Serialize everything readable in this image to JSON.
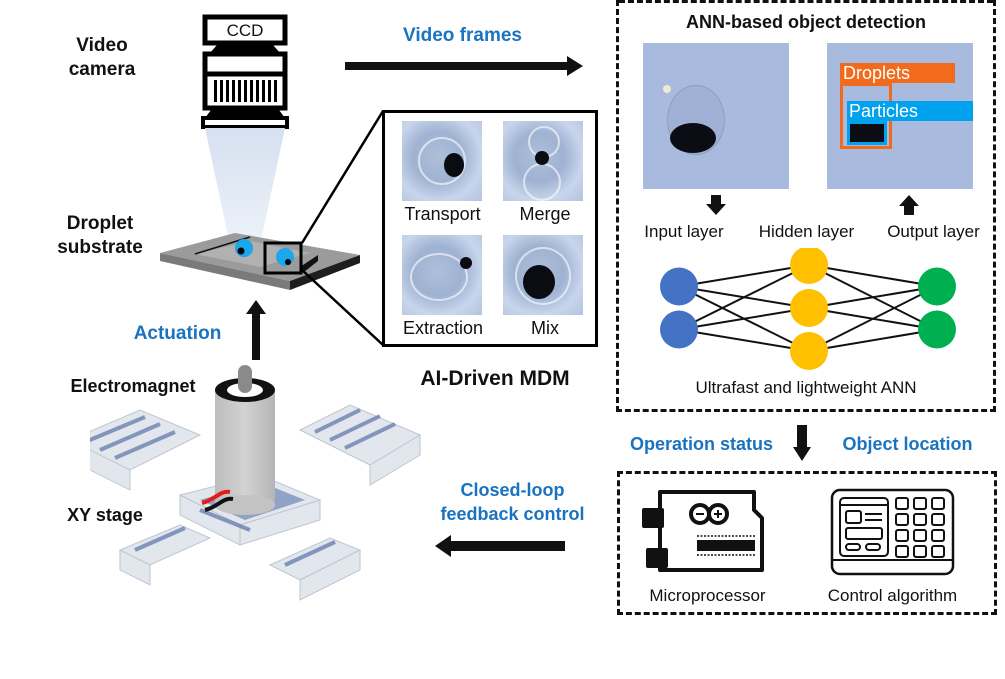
{
  "labels": {
    "video_camera": "Video\ncamera",
    "ccd": "CCD",
    "droplet_substrate": "Droplet\nsubstrate",
    "actuation": "Actuation",
    "electromagnet": "Electromagnet",
    "xy_stage": "XY stage",
    "video_frames": "Video frames",
    "ai_driven_mdm": "AI-Driven MDM",
    "closed_loop": "Closed-loop\nfeedback control",
    "operation_status": "Operation status",
    "object_location": "Object location"
  },
  "operations": [
    {
      "label": "Transport"
    },
    {
      "label": "Merge"
    },
    {
      "label": "Extraction"
    },
    {
      "label": "Mix"
    }
  ],
  "ann_panel": {
    "title": "ANN-based object detection",
    "input_layer": "Input layer",
    "hidden_layer": "Hidden layer",
    "output_layer": "Output layer",
    "caption": "Ultrafast and lightweight ANN",
    "detections": [
      {
        "label": "Droplets",
        "color": "#f26b1d"
      },
      {
        "label": "Particles",
        "color": "#00a2ed"
      }
    ],
    "network": {
      "input_nodes": 2,
      "hidden_nodes": 3,
      "output_nodes": 2,
      "input_color": "#4472c4",
      "hidden_color": "#ffc000",
      "output_color": "#00b050"
    }
  },
  "control_panel": {
    "microprocessor": "Microprocessor",
    "control_algorithm": "Control algorithm"
  },
  "colors": {
    "accent_blue": "#1a73c0",
    "droplet_blue": "#1aa7ec"
  }
}
